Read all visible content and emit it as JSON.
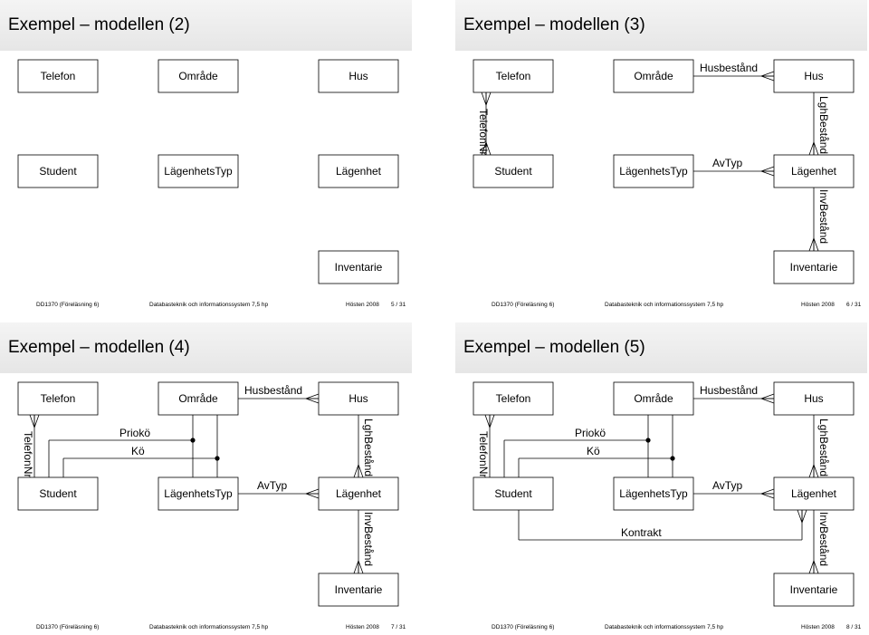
{
  "slides": [
    {
      "title": "Exempel – modellen (2)",
      "entities": {
        "telefon": "Telefon",
        "omrade": "Område",
        "hus": "Hus",
        "student": "Student",
        "lagenhetstyp": "LägenhetsTyp",
        "lagenhet": "Lägenhet",
        "inventarie": "Inventarie"
      },
      "relations": {},
      "footer": {
        "code": "DD1370 (Föreläsning 6)",
        "course": "Databasteknik och informationssystem 7,5 hp",
        "term": "Hösten 2008",
        "page": "5 / 31"
      }
    },
    {
      "title": "Exempel – modellen (3)",
      "entities": {
        "telefon": "Telefon",
        "omrade": "Område",
        "hus": "Hus",
        "student": "Student",
        "lagenhetstyp": "LägenhetsTyp",
        "lagenhet": "Lägenhet",
        "inventarie": "Inventarie"
      },
      "relations": {
        "telefonnr": "TelefonNr",
        "husbestand": "Husbestånd",
        "avtyp": "AvTyp",
        "lghbestand": "LghBestånd",
        "invbestand": "InvBestånd"
      },
      "footer": {
        "code": "DD1370 (Föreläsning 6)",
        "course": "Databasteknik och informationssystem 7,5 hp",
        "term": "Hösten 2008",
        "page": "6 / 31"
      }
    },
    {
      "title": "Exempel – modellen (4)",
      "entities": {
        "telefon": "Telefon",
        "omrade": "Område",
        "hus": "Hus",
        "student": "Student",
        "lagenhetstyp": "LägenhetsTyp",
        "lagenhet": "Lägenhet",
        "inventarie": "Inventarie"
      },
      "relations": {
        "telefonnr": "TelefonNr",
        "husbestand": "Husbestånd",
        "avtyp": "AvTyp",
        "lghbestand": "LghBestånd",
        "invbestand": "InvBestånd",
        "prioko": "Priokö",
        "ko": "Kö"
      },
      "footer": {
        "code": "DD1370 (Föreläsning 6)",
        "course": "Databasteknik och informationssystem 7,5 hp",
        "term": "Hösten 2008",
        "page": "7 / 31"
      }
    },
    {
      "title": "Exempel – modellen (5)",
      "entities": {
        "telefon": "Telefon",
        "omrade": "Område",
        "hus": "Hus",
        "student": "Student",
        "lagenhetstyp": "LägenhetsTyp",
        "lagenhet": "Lägenhet",
        "inventarie": "Inventarie"
      },
      "relations": {
        "telefonnr": "TelefonNr",
        "husbestand": "Husbestånd",
        "avtyp": "AvTyp",
        "lghbestand": "LghBestånd",
        "invbestand": "InvBestånd",
        "prioko": "Priokö",
        "ko": "Kö",
        "kontrakt": "Kontrakt"
      },
      "footer": {
        "code": "DD1370 (Föreläsning 6)",
        "course": "Databasteknik och informationssystem 7,5 hp",
        "term": "Hösten 2008",
        "page": "8 / 31"
      }
    }
  ]
}
